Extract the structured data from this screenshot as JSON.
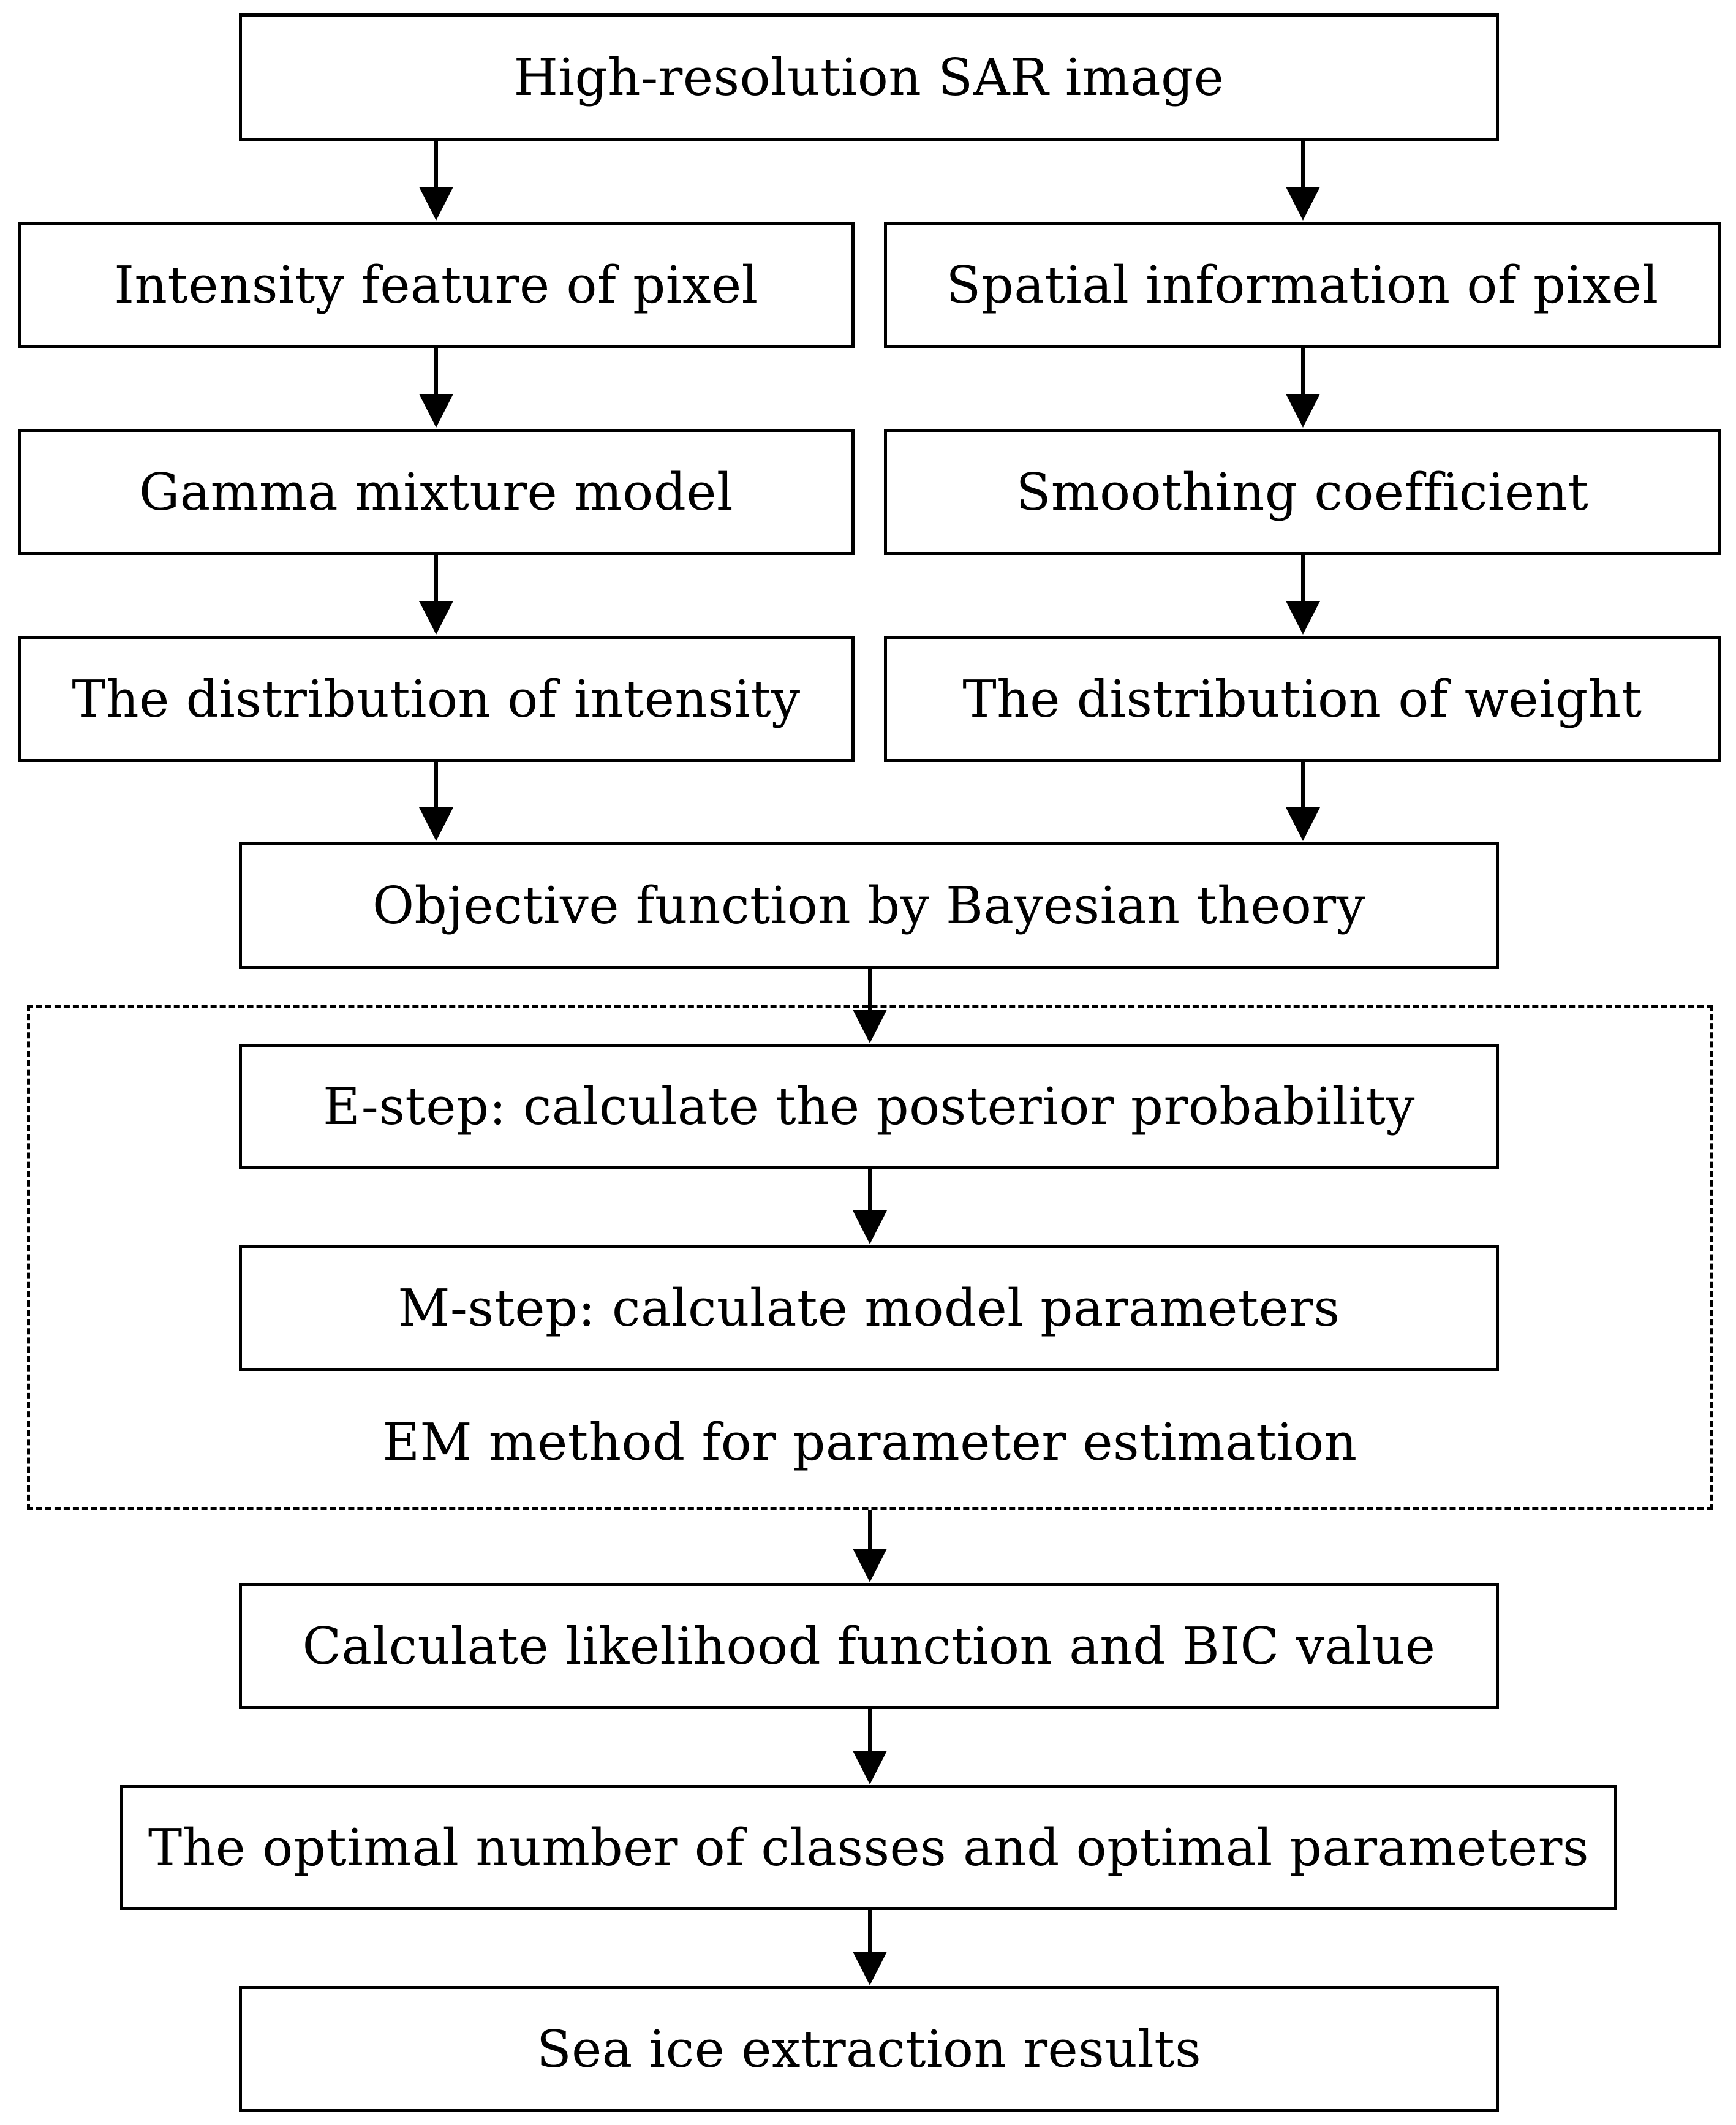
{
  "nodes": {
    "sar_image": "High-resolution SAR image",
    "intensity_feature": "Intensity feature of pixel",
    "spatial_info": "Spatial information of pixel",
    "gamma_mixture": "Gamma mixture model",
    "smoothing": "Smoothing coefficient",
    "dist_intensity": "The distribution of intensity",
    "dist_weight": "The distribution of weight",
    "objective": "Objective function by Bayesian theory",
    "e_step": "E-step: calculate the posterior probability",
    "m_step": "M-step: calculate model parameters",
    "likelihood_bic": "Calculate likelihood function and BIC value",
    "optimal": "The optimal number of classes and optimal parameters",
    "results": "Sea ice extraction results"
  },
  "em_group": {
    "label": "EM method for parameter estimation"
  },
  "edges": [
    [
      "sar_image",
      "intensity_feature"
    ],
    [
      "sar_image",
      "spatial_info"
    ],
    [
      "intensity_feature",
      "gamma_mixture"
    ],
    [
      "spatial_info",
      "smoothing"
    ],
    [
      "gamma_mixture",
      "dist_intensity"
    ],
    [
      "smoothing",
      "dist_weight"
    ],
    [
      "dist_intensity",
      "objective"
    ],
    [
      "dist_weight",
      "objective"
    ],
    [
      "objective",
      "e_step"
    ],
    [
      "e_step",
      "m_step"
    ],
    [
      "em_group",
      "likelihood_bic"
    ],
    [
      "likelihood_bic",
      "optimal"
    ],
    [
      "optimal",
      "results"
    ]
  ],
  "colors": {
    "stroke": "#000000",
    "background": "#ffffff"
  }
}
